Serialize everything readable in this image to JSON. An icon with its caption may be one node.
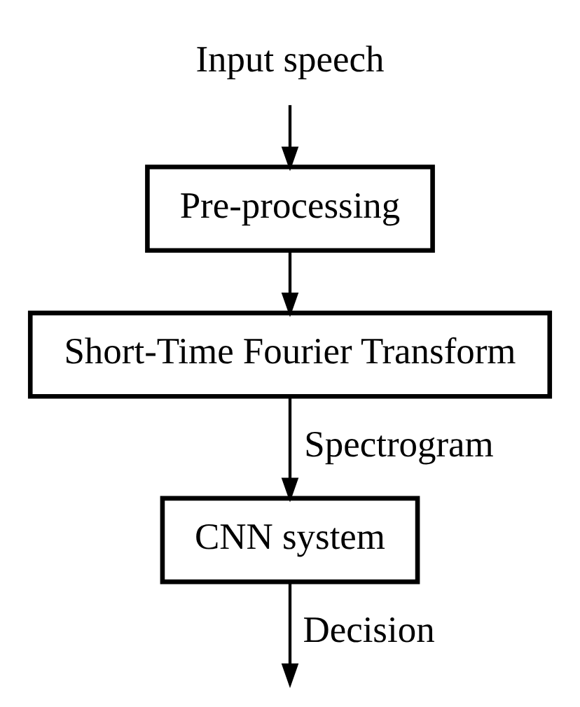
{
  "diagram": {
    "nodes": [
      {
        "text": [
          "Input speech"
        ]
      },
      {
        "text": [
          "Pre-processing"
        ]
      },
      {
        "text": [
          "Short-Time Fourier Transform"
        ]
      },
      {
        "text": [
          "CNN system"
        ]
      }
    ],
    "edges": [
      {
        "from": 0,
        "to": 1,
        "arrow": "to"
      },
      {
        "from": 1,
        "to": 2,
        "arrow": "to"
      },
      {
        "from": 2,
        "to": 3,
        "arrow": "to",
        "label": "Spectrogram"
      },
      {
        "from": 3,
        "to": null,
        "arrow": "to",
        "label": "Decision"
      }
    ]
  }
}
